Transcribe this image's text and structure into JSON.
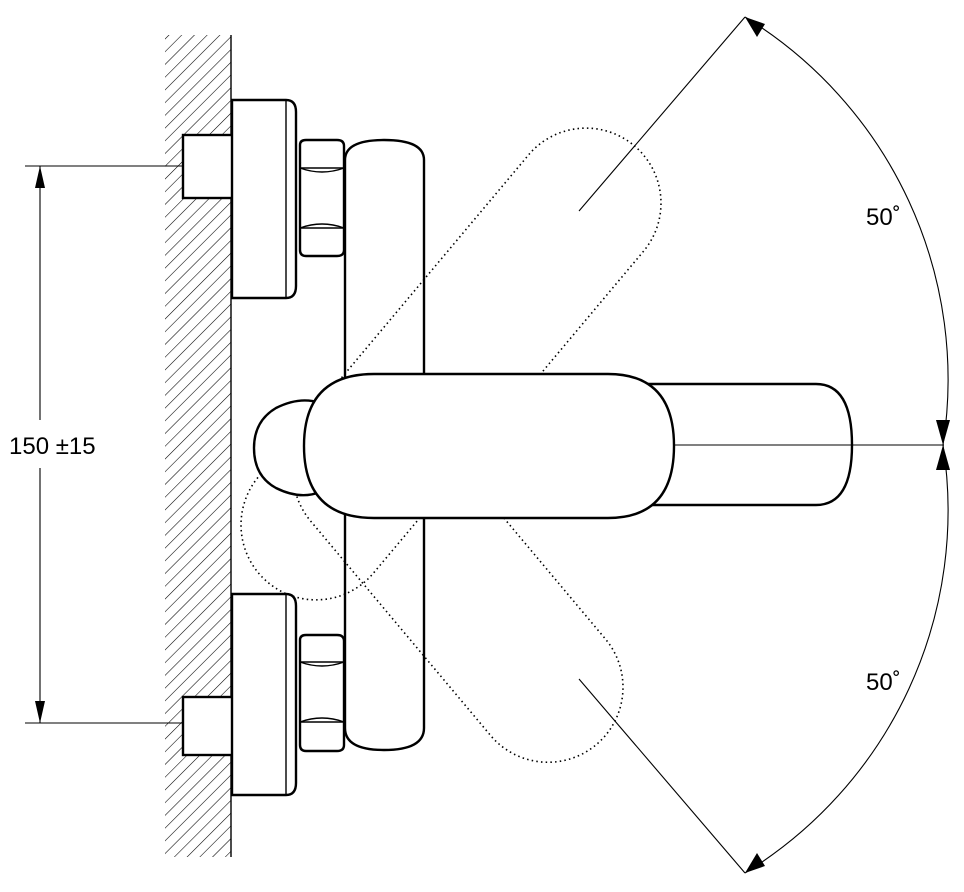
{
  "dimensions": {
    "mount_spacing": "150 ±15",
    "rotation_up": "50˚",
    "rotation_down": "50˚"
  },
  "colors": {
    "line": "#000000",
    "background": "#ffffff"
  }
}
